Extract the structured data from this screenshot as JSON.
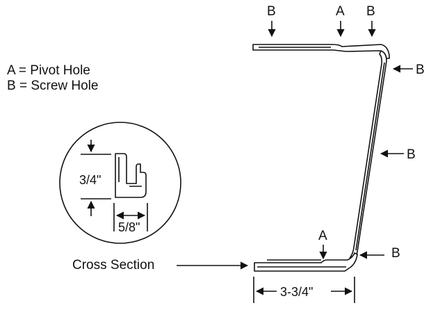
{
  "legend": {
    "line_a": "A = Pivot Hole",
    "line_b": "B = Screw Hole"
  },
  "markers": {
    "pivot": "A",
    "screw": "B"
  },
  "inset": {
    "height_dim": "3/4\"",
    "width_dim": "5/8\"",
    "caption": "Cross Section"
  },
  "bracket": {
    "width_dim": "3-3/4\""
  }
}
